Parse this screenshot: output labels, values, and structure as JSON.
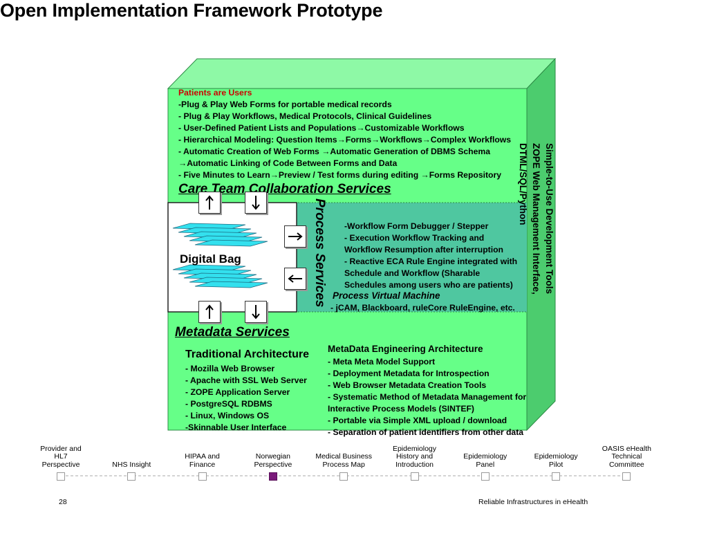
{
  "title": "Open Implementation Framework Prototype",
  "top_section": {
    "header": "Patients are Users",
    "lines": [
      "-Plug & Play Web Forms for portable medical records",
      "- Plug & Play Workflows, Medical Protocols, Clinical Guidelines",
      "- User-Defined Patient Lists and Populations→Customizable Workflows",
      "- Hierarchical Modeling: Question Items→Forms→Workflows→Complex Workflows",
      "- Automatic Creation of Web Forms →Automatic Generation of DBMS Schema",
      "→Automatic Linking of Code Between Forms and Data",
      "- Five Minutes to Learn→Preview / Test forms during editing →Forms Repository"
    ]
  },
  "care_team_label": "Care Team Collaboration Services",
  "digital_bag_label": "Digital Bag",
  "process_services_label": "Process Services",
  "process_section": {
    "lines": [
      "-Workflow Form Debugger / Stepper",
      "- Execution Workflow Tracking and",
      "Workflow Resumption after interruption",
      "- Reactive ECA Rule Engine integrated with",
      "Schedule and Workflow (Sharable",
      "Schedules among users who are patients)"
    ],
    "pvm_title": "Process Virtual Machine",
    "pvm_line": "- jCAM, Blackboard, ruleCore RuleEngine, etc."
  },
  "side_text": {
    "line1": "Simple-to-Use Development Tools",
    "line2": "ZOPE Web Management Interface,",
    "line3": "DTML/SQL/Python"
  },
  "metadata_label": "Metadata Services",
  "traditional": {
    "title": "Traditional Architecture",
    "items": [
      "- Mozilla Web Browser",
      "- Apache with SSL Web Server",
      "- ZOPE Application Server",
      "- PostgreSQL RDBMS",
      "- Linux, Windows OS",
      "-Skinnable User Interface"
    ]
  },
  "metadata_eng": {
    "title": "MetaData Engineering Architecture",
    "items": [
      "- Meta Meta Model Support",
      "- Deployment Metadata for Introspection",
      "- Web Browser Metadata Creation Tools",
      "- Systematic Method of Metadata Management for",
      "Interactive Process Models (SINTEF)",
      "- Portable via Simple XML upload / download",
      "- Separation of patient identifiers from other data"
    ]
  },
  "timeline": [
    {
      "label": "Provider and\nHL7\nPerspective",
      "active": false
    },
    {
      "label": "NHS Insight",
      "active": false
    },
    {
      "label": "HIPAA and\nFinance",
      "active": false
    },
    {
      "label": "Norwegian\nPerspective",
      "active": true
    },
    {
      "label": "Medical Business\nProcess Map",
      "active": false
    },
    {
      "label": "Epidemiology\nHistory and\nIntroduction",
      "active": false
    },
    {
      "label": "Epidemiology\nPanel",
      "active": false
    },
    {
      "label": "Epidemiology\nPilot",
      "active": false
    },
    {
      "label": "OASIS eHealth\nTechnical\nCommittee",
      "active": false
    }
  ],
  "footer": {
    "page_number": "28",
    "right_text": "Reliable Infrastructures in eHealth"
  },
  "colors": {
    "front": "#66ff88",
    "top": "#8ef9a6",
    "side": "#4ccc6e",
    "process_band": "#4fc7a0",
    "active_marker": "#7a1a7a"
  }
}
